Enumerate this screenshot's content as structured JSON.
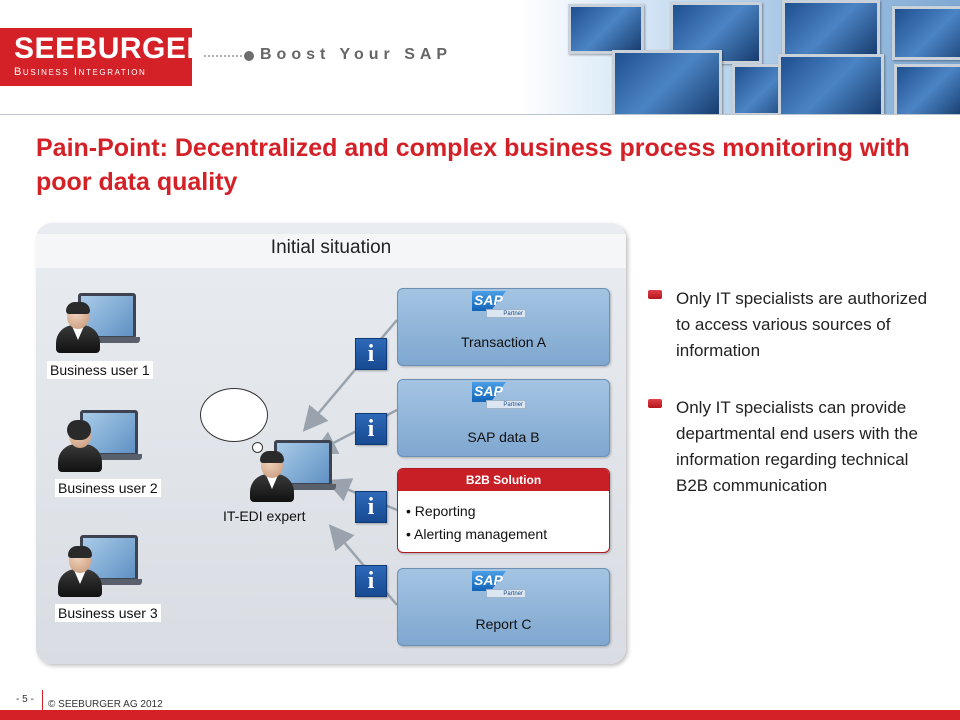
{
  "header": {
    "logo_main": "SEEBURGER",
    "logo_sub": "Business Integration",
    "tagline": "Boost Your SAP"
  },
  "title": "Pain-Point: Decentralized and complex business process monitoring with poor data quality",
  "panel": {
    "title": "Initial situation",
    "users": [
      "Business user 1",
      "Business user 2",
      "Business user 3"
    ],
    "expert": "IT-EDI expert",
    "sap_logo_text": "SAP",
    "sap_partner_text": "Partner",
    "boxes": {
      "transaction_a": "Transaction A",
      "sap_data_b": "SAP data B",
      "report_c": "Report C"
    },
    "b2b": {
      "header": "B2B Solution",
      "items": [
        "Reporting",
        "Alerting management"
      ]
    },
    "info_icon": "i"
  },
  "bullets": [
    "Only IT specialists are authorized to access various sources of information",
    "Only IT specialists can provide departmental end users with the information regarding technical B2B communication"
  ],
  "footer": {
    "page": "- 5 -",
    "copyright": "© SEEBURGER AG 2012"
  },
  "colors": {
    "brand_red": "#d42027",
    "box_blue": "#8fb3d9",
    "panel_gray": "#e1e4e9",
    "info_blue": "#1f5aa6"
  }
}
